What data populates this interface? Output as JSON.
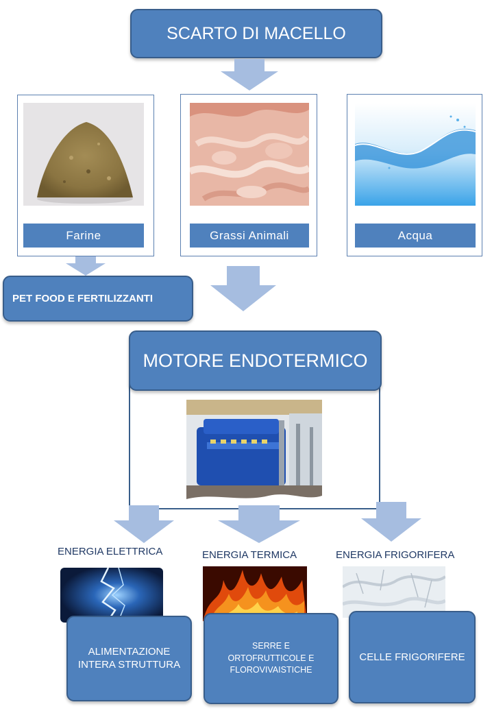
{
  "top": {
    "title": "SCARTO DI MACELLO"
  },
  "inputs": [
    {
      "label": "Farine",
      "image": "powder-photo"
    },
    {
      "label": "Grassi Animali",
      "image": "fat-photo"
    },
    {
      "label": "Acqua",
      "image": "water-splash-photo"
    }
  ],
  "byproduct": {
    "label": "PET FOOD E FERTILIZZANTI"
  },
  "engine": {
    "title": "MOTORE ENDOTERMICO",
    "image": "engine-photo"
  },
  "outputs": [
    {
      "title": "ENERGIA ELETTRICA",
      "use": "ALIMENTAZIONE INTERA STRUTTURA",
      "image": "electricity-photo"
    },
    {
      "title": "ENERGIA TERMICA",
      "use": "SERRE E ORTOFRUTTICOLE E FLOROVIVAISTICHE",
      "image": "flames-photo"
    },
    {
      "title": "ENERGIA FRIGORIFERA",
      "use": "CELLE FRIGORIFERE",
      "image": "frost-photo"
    }
  ],
  "colors": {
    "box_fill": "#4f81bd",
    "box_border": "#385d8a",
    "arrow": "#a6bde0"
  }
}
